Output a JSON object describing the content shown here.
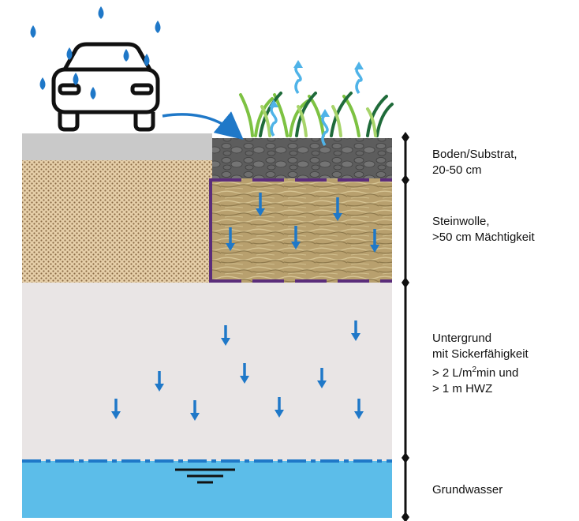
{
  "labels": {
    "soil": [
      "Boden/Substrat,",
      "20-50 cm"
    ],
    "rockwool": [
      "Steinwolle,",
      ">50 cm Mächtigkeit"
    ],
    "subsoil": {
      "line1": "Untergrund",
      "line2": "mit Sickerfähigkeit",
      "line3_pre": "> 2 L/m",
      "line3_sup": "2",
      "line3_post": "min und",
      "line4": "> 1 m HWZ"
    },
    "groundwater": "Grundwasser"
  },
  "colors": {
    "rain": "#1f78c8",
    "arrow": "#1f78c8",
    "evaporation": "#4fb3e8",
    "rockwool_border": "#5b2d7a",
    "groundwater": "#5bbde9",
    "subsoil": "#e8e4e4",
    "pavement": "#c9c9c9",
    "gravel": "#e2c9a3",
    "soil": "#5f5f5f",
    "rockwool": "#b9a16f",
    "scale": "#111111"
  },
  "icons": {
    "car": "car-icon",
    "rain": "rain-drop-icon",
    "plants": "grass-icon",
    "evaporation": "evaporation-wave-icon",
    "water_table": "water-table-symbol-icon"
  }
}
